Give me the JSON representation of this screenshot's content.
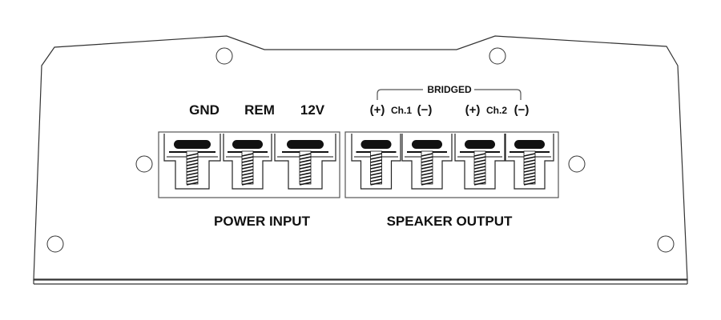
{
  "diagram": {
    "title": "Amplifier terminal panel",
    "power_input": {
      "section_label": "POWER INPUT",
      "terminals": [
        {
          "label": "GND",
          "size": "large"
        },
        {
          "label": "REM",
          "size": "small"
        },
        {
          "label": "12V",
          "size": "large"
        }
      ]
    },
    "speaker_output": {
      "section_label": "SPEAKER OUTPUT",
      "bridged_label": "BRIDGED",
      "channels": [
        {
          "label": "Ch.1",
          "plus": "(+)",
          "minus": "(−)"
        },
        {
          "label": "Ch.2",
          "plus": "(+)",
          "minus": "(−)"
        }
      ],
      "terminal_count": 4
    },
    "mounting_holes": 6,
    "colors": {
      "line": "#333333",
      "fill": "#111111",
      "background": "#ffffff"
    }
  }
}
